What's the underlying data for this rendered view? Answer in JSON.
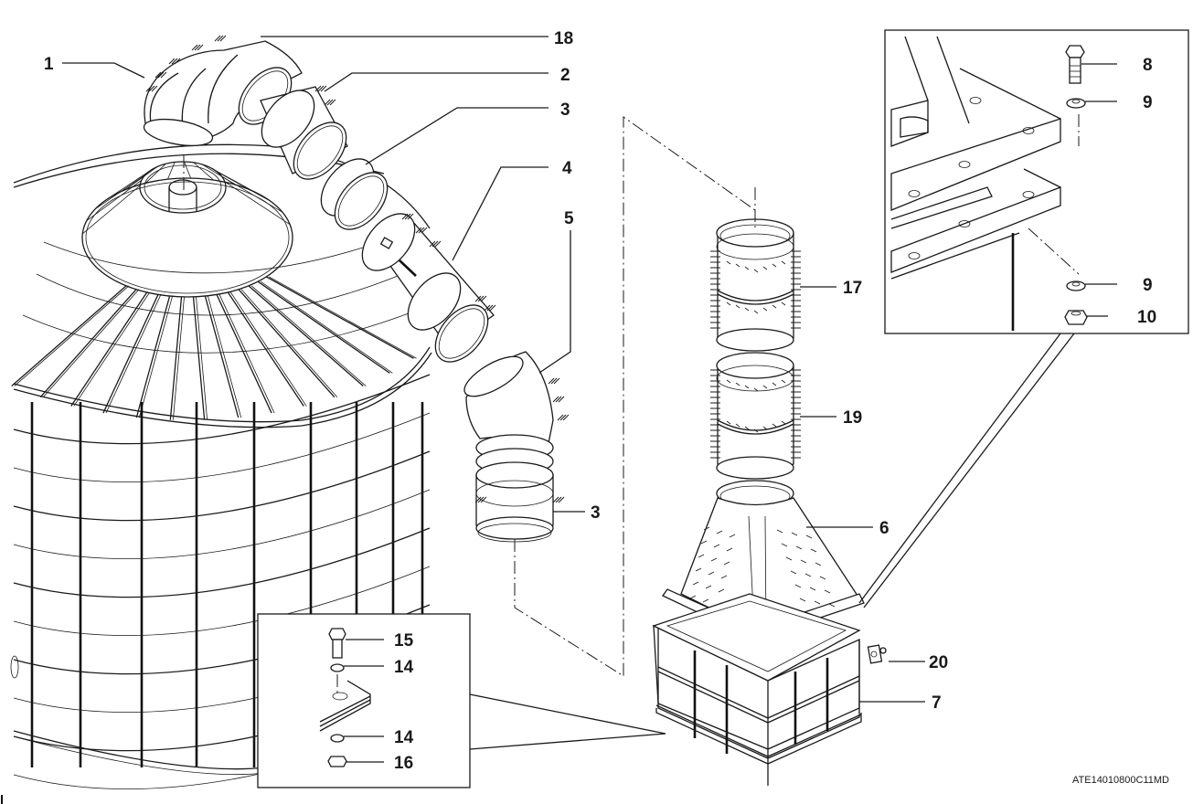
{
  "diagram": {
    "type": "exploded parts diagram",
    "subject": "Grain bin roof with spout, distributor tubes, hopper and base",
    "reference_code": "ATE14010800C11MD",
    "callouts": [
      {
        "id": "1",
        "label": "1",
        "part": "roof-spout-elbow"
      },
      {
        "id": "18",
        "label": "18",
        "part": "elbow-section-upper"
      },
      {
        "id": "2",
        "label": "2",
        "part": "tube-section"
      },
      {
        "id": "3a",
        "label": "3",
        "part": "tube-coupling-upper"
      },
      {
        "id": "4",
        "label": "4",
        "part": "slotted-tube-section"
      },
      {
        "id": "5",
        "label": "5",
        "part": "lower-elbow"
      },
      {
        "id": "3b",
        "label": "3",
        "part": "tube-coupling-lower"
      },
      {
        "id": "17",
        "label": "17",
        "part": "vertical-tube-upper"
      },
      {
        "id": "19",
        "label": "19",
        "part": "vertical-tube-lower"
      },
      {
        "id": "6",
        "label": "6",
        "part": "hopper-transition"
      },
      {
        "id": "20",
        "label": "20",
        "part": "bracket-clip"
      },
      {
        "id": "7",
        "label": "7",
        "part": "base-frame"
      },
      {
        "id": "8",
        "label": "8",
        "part": "bolt"
      },
      {
        "id": "9a",
        "label": "9",
        "part": "washer-upper"
      },
      {
        "id": "9b",
        "label": "9",
        "part": "washer-lower"
      },
      {
        "id": "10",
        "label": "10",
        "part": "nut"
      },
      {
        "id": "15",
        "label": "15",
        "part": "bolt-small"
      },
      {
        "id": "14a",
        "label": "14",
        "part": "washer-small-upper"
      },
      {
        "id": "14b",
        "label": "14",
        "part": "washer-small-lower"
      },
      {
        "id": "16",
        "label": "16",
        "part": "nut-small"
      }
    ],
    "insets": [
      {
        "name": "flange-bolt-detail",
        "callouts": [
          "8",
          "9",
          "9",
          "10"
        ]
      },
      {
        "name": "plate-bolt-detail",
        "callouts": [
          "15",
          "14",
          "14",
          "16"
        ]
      }
    ]
  }
}
